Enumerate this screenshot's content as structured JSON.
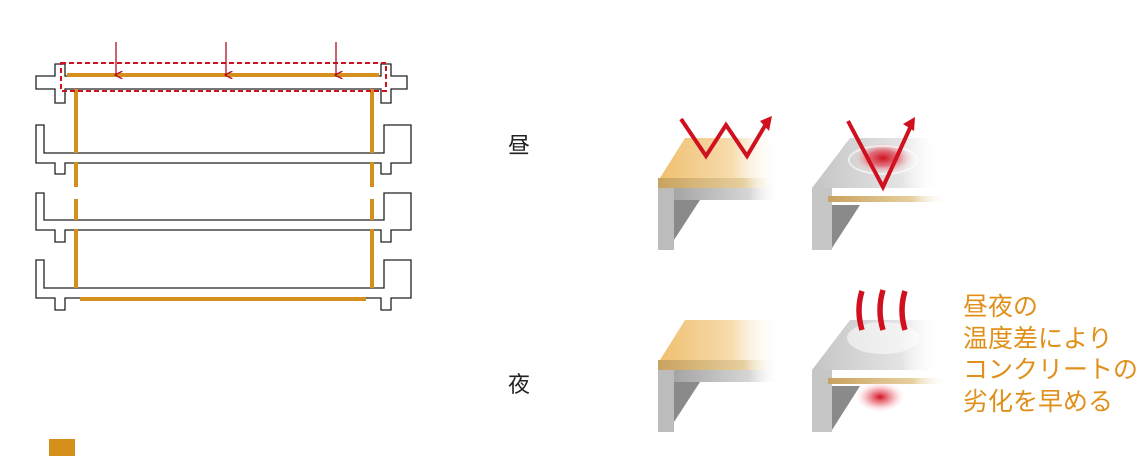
{
  "labels": {
    "day": "昼",
    "night": "夜"
  },
  "note": {
    "lines": [
      "昼夜の",
      "温度差により",
      "コンクリートの",
      "劣化を早める"
    ]
  },
  "colors": {
    "insulation": "#d4901a",
    "heat_arrow": "#d0101e",
    "highlight_box": "#d0101e",
    "note_text": "#e0901a",
    "concrete_light": "#d2d2d2",
    "concrete_dark": "#8a8a8a",
    "insulation_top": "#f3cf8f"
  },
  "icons": {
    "sun_arrows": "zigzag-reflection-arrow-icon",
    "heat_waves": "heat-wave-icon",
    "load_arrow": "down-arrow-icon"
  }
}
